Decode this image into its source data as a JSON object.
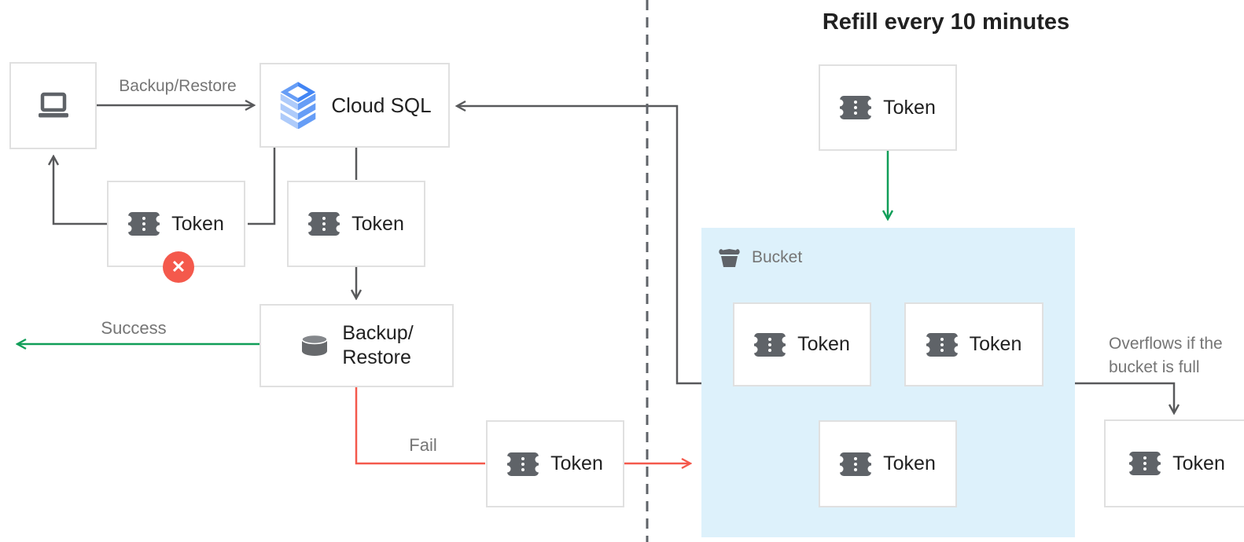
{
  "title": "Refill every 10 minutes",
  "labels": {
    "token": "Token",
    "cloud_sql": "Cloud SQL",
    "backup_restore_line1": "Backup/",
    "backup_restore_line2": "Restore",
    "bucket": "Bucket"
  },
  "edge_labels": {
    "backup_restore": "Backup/Restore",
    "success": "Success",
    "fail": "Fail",
    "overflow_line1": "Overflows if the",
    "overflow_line2": "bucket is full"
  },
  "badges": {
    "fail_x": "✕"
  },
  "colors": {
    "line_dark": "#58595b",
    "green": "#109e58",
    "red": "#f4594c",
    "bucket_fill": "#ddf1fb",
    "box_border": "#e0e0e0",
    "icon_gray": "#5f6368",
    "label_gray": "#757575",
    "text_dark": "#212121",
    "cloud_sql_dark_blue": "#4285f4",
    "cloud_sql_blue": "#669df6",
    "cloud_sql_light_blue": "#aecbfa"
  }
}
